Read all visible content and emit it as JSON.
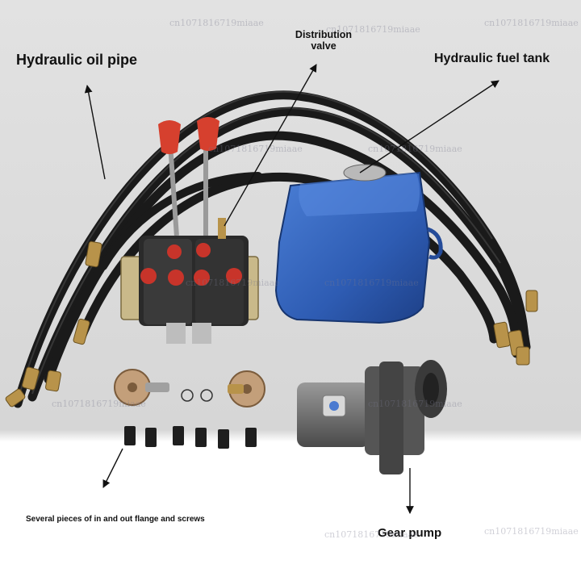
{
  "labels": {
    "hydraulic_oil_pipe": "Hydraulic oil pipe",
    "distribution_valve_line1": "Distribution",
    "distribution_valve_line2": "valve",
    "hydraulic_fuel_tank": "Hydraulic fuel tank",
    "gear_pump": "Gear pump",
    "flange_and_screws": "Several pieces of in and out flange and screws"
  },
  "watermark": "cn1071816719miaae",
  "colors": {
    "background_top": "#dcdcdc",
    "background_bottom": "#ffffff",
    "hose": "#1c1c1c",
    "tank_blue": "#2f5fb8",
    "valve_body": "#2a2a2a",
    "red_caps": "#c8342a",
    "pump_body": "#5a5a5a",
    "brass": "#b8934a"
  }
}
